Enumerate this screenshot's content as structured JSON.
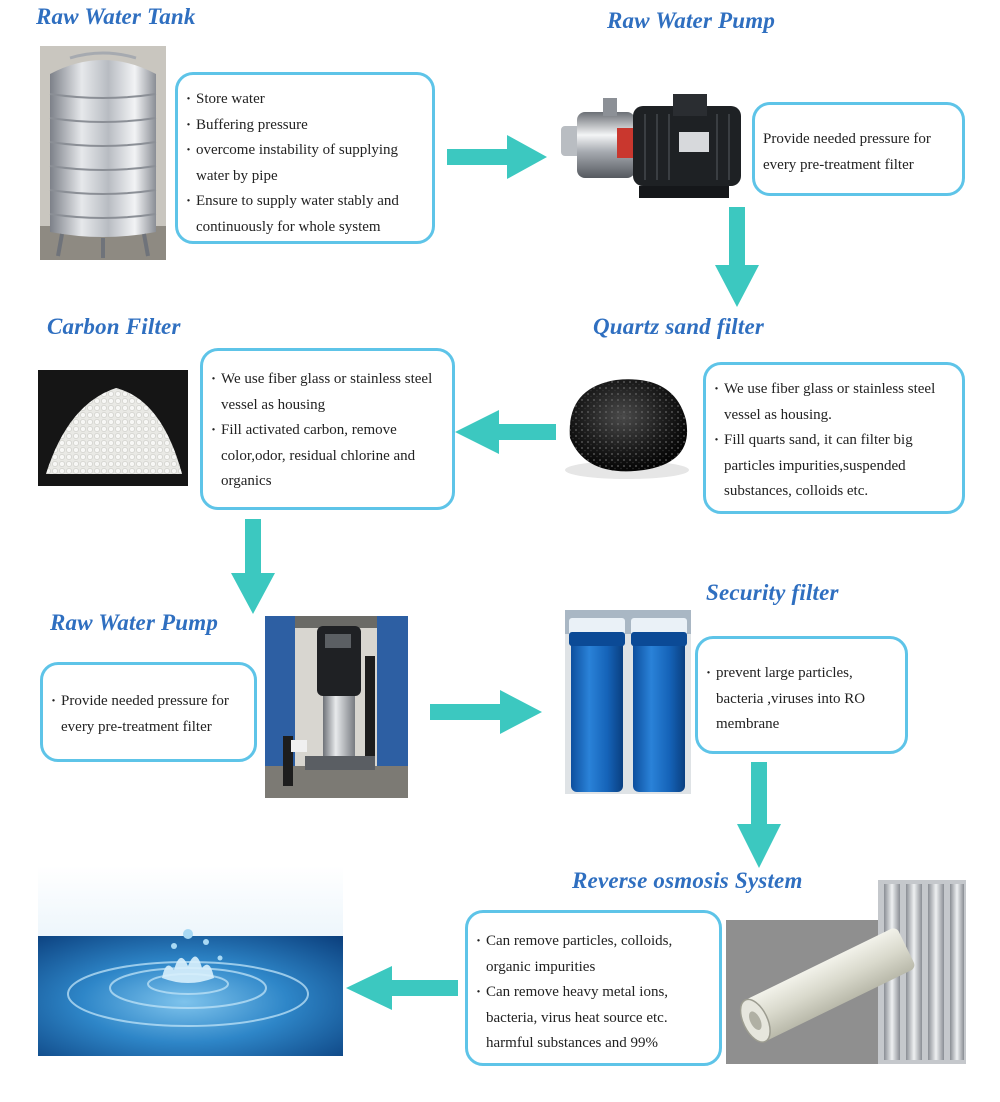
{
  "colors": {
    "title": "#2f6fc0",
    "border": "#5ec4e8",
    "arrow": "#3cc8c0"
  },
  "steps": {
    "raw_tank": {
      "title": "Raw Water Tank",
      "items": [
        "Store water",
        "Buffering pressure",
        "overcome instability of supplying water by pipe",
        "Ensure to supply water stably and continuously for whole system"
      ]
    },
    "raw_pump1": {
      "title": "Raw Water Pump",
      "items": [
        "Provide needed pressure for every pre-treatment filter"
      ]
    },
    "quartz": {
      "title": "Quartz sand filter",
      "items": [
        "We use fiber glass or stainless steel vessel as housing.",
        "Fill quarts sand, it can filter big particles impurities,suspended substances, colloids etc."
      ]
    },
    "carbon": {
      "title": "Carbon Filter",
      "items": [
        "We use fiber glass or stainless steel vessel as housing",
        "Fill activated carbon, remove color,odor, residual chlorine and organics"
      ]
    },
    "raw_pump2": {
      "title": "Raw Water Pump",
      "items": [
        "Provide needed pressure for every pre-treatment filter"
      ]
    },
    "security": {
      "title": "Security filter",
      "items": [
        "prevent large particles, bacteria ,viruses into RO membrane"
      ]
    },
    "ro": {
      "title": "Reverse osmosis System",
      "items": [
        "Can remove particles, colloids, organic impurities",
        "Can remove heavy metal ions, bacteria, virus heat source etc. harmful substances and 99%"
      ]
    }
  },
  "icons": {
    "tank": "water-tank-photo",
    "pump": "horizontal-pump-photo",
    "quartz": "quartz-sand-photo",
    "carbon": "activated-carbon-photo",
    "vertical_pump": "vertical-pump-photo",
    "security": "security-filter-housings-photo",
    "ro": "ro-membrane-photo",
    "water": "water-splash-photo"
  }
}
